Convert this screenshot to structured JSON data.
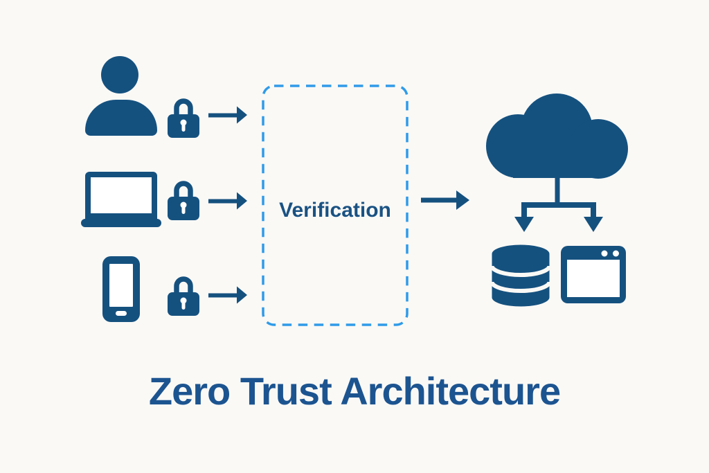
{
  "diagram": {
    "title": "Zero Trust Architecture",
    "verification_label": "Verification",
    "sources": [
      {
        "id": "user",
        "icon": "user-icon",
        "lock": "padlock-icon",
        "arrow": "arrow-right-icon"
      },
      {
        "id": "laptop",
        "icon": "laptop-icon",
        "lock": "padlock-icon",
        "arrow": "arrow-right-icon"
      },
      {
        "id": "smartphone",
        "icon": "smartphone-icon",
        "lock": "padlock-icon",
        "arrow": "arrow-right-icon"
      }
    ],
    "verification_to_cloud_arrow": "arrow-right-icon",
    "cloud": {
      "icon": "cloud-icon"
    },
    "branch": {
      "icon": "branch-connector-arrows"
    },
    "destinations": [
      {
        "id": "database",
        "icon": "database-icon"
      },
      {
        "id": "application",
        "icon": "app-window-icon"
      }
    ]
  },
  "colors": {
    "icon_blue": "#15517F",
    "title_blue": "#1C5490",
    "verification_text": "#1A5283",
    "dashed_border": "#2F9BE8",
    "background": "#FAF9F6",
    "white": "#FFFFFF"
  }
}
